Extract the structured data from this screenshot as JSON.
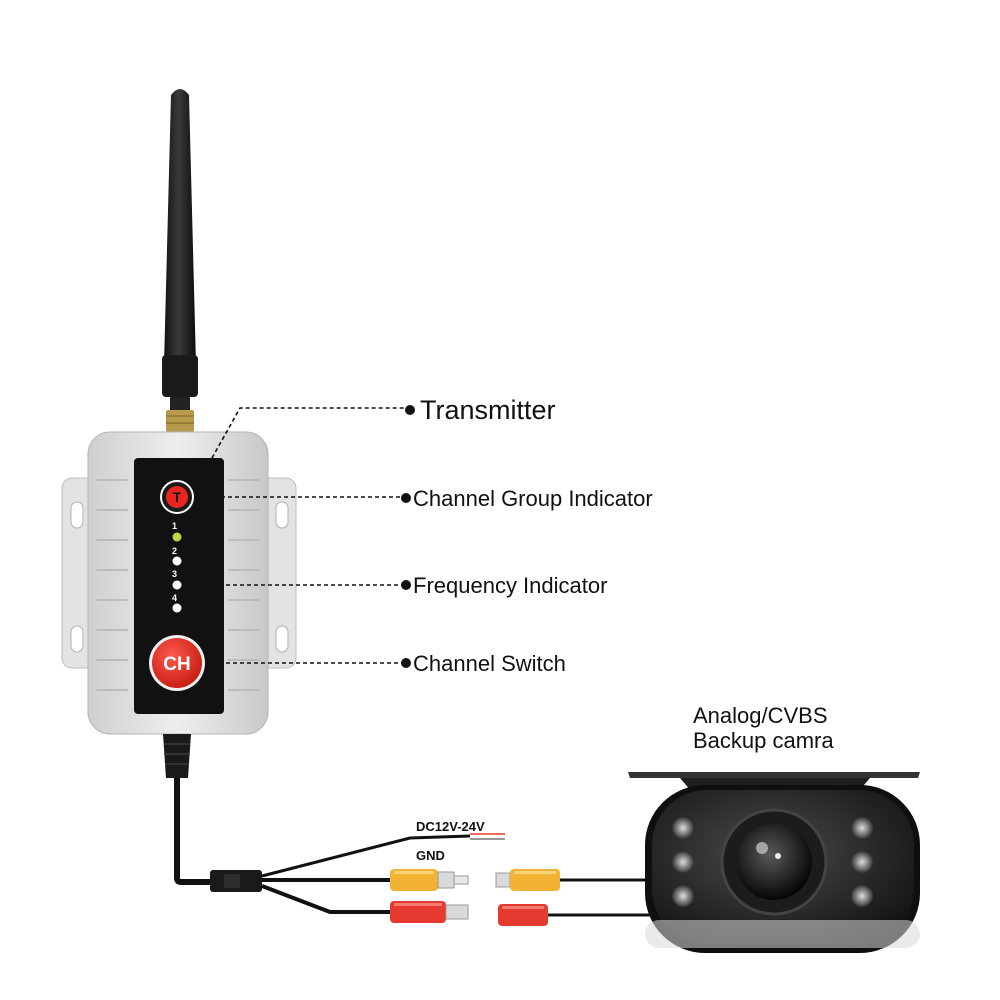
{
  "callouts": {
    "transmitter": "Transmitter",
    "channel_group": "Channel Group Indicator",
    "frequency": "Frequency Indicator",
    "channel_switch": "Channel Switch"
  },
  "camera_label": {
    "line1": "Analog/CVBS",
    "line2": "Backup camra"
  },
  "wire_labels": {
    "power": "DC12V-24V",
    "ground": "GND"
  },
  "device": {
    "t_button": "T",
    "ch_button": "CH",
    "led_numbers": [
      "1",
      "2",
      "3",
      "4"
    ],
    "led_colors": [
      "#c6d44a",
      "#ffffff",
      "#ffffff",
      "#ffffff"
    ]
  },
  "colors": {
    "ch_button": "#e2261f",
    "rca_yellow": "#f2b233",
    "rca_red": "#e43a2f",
    "housing": "#dcdcdc",
    "panel": "#111111"
  }
}
